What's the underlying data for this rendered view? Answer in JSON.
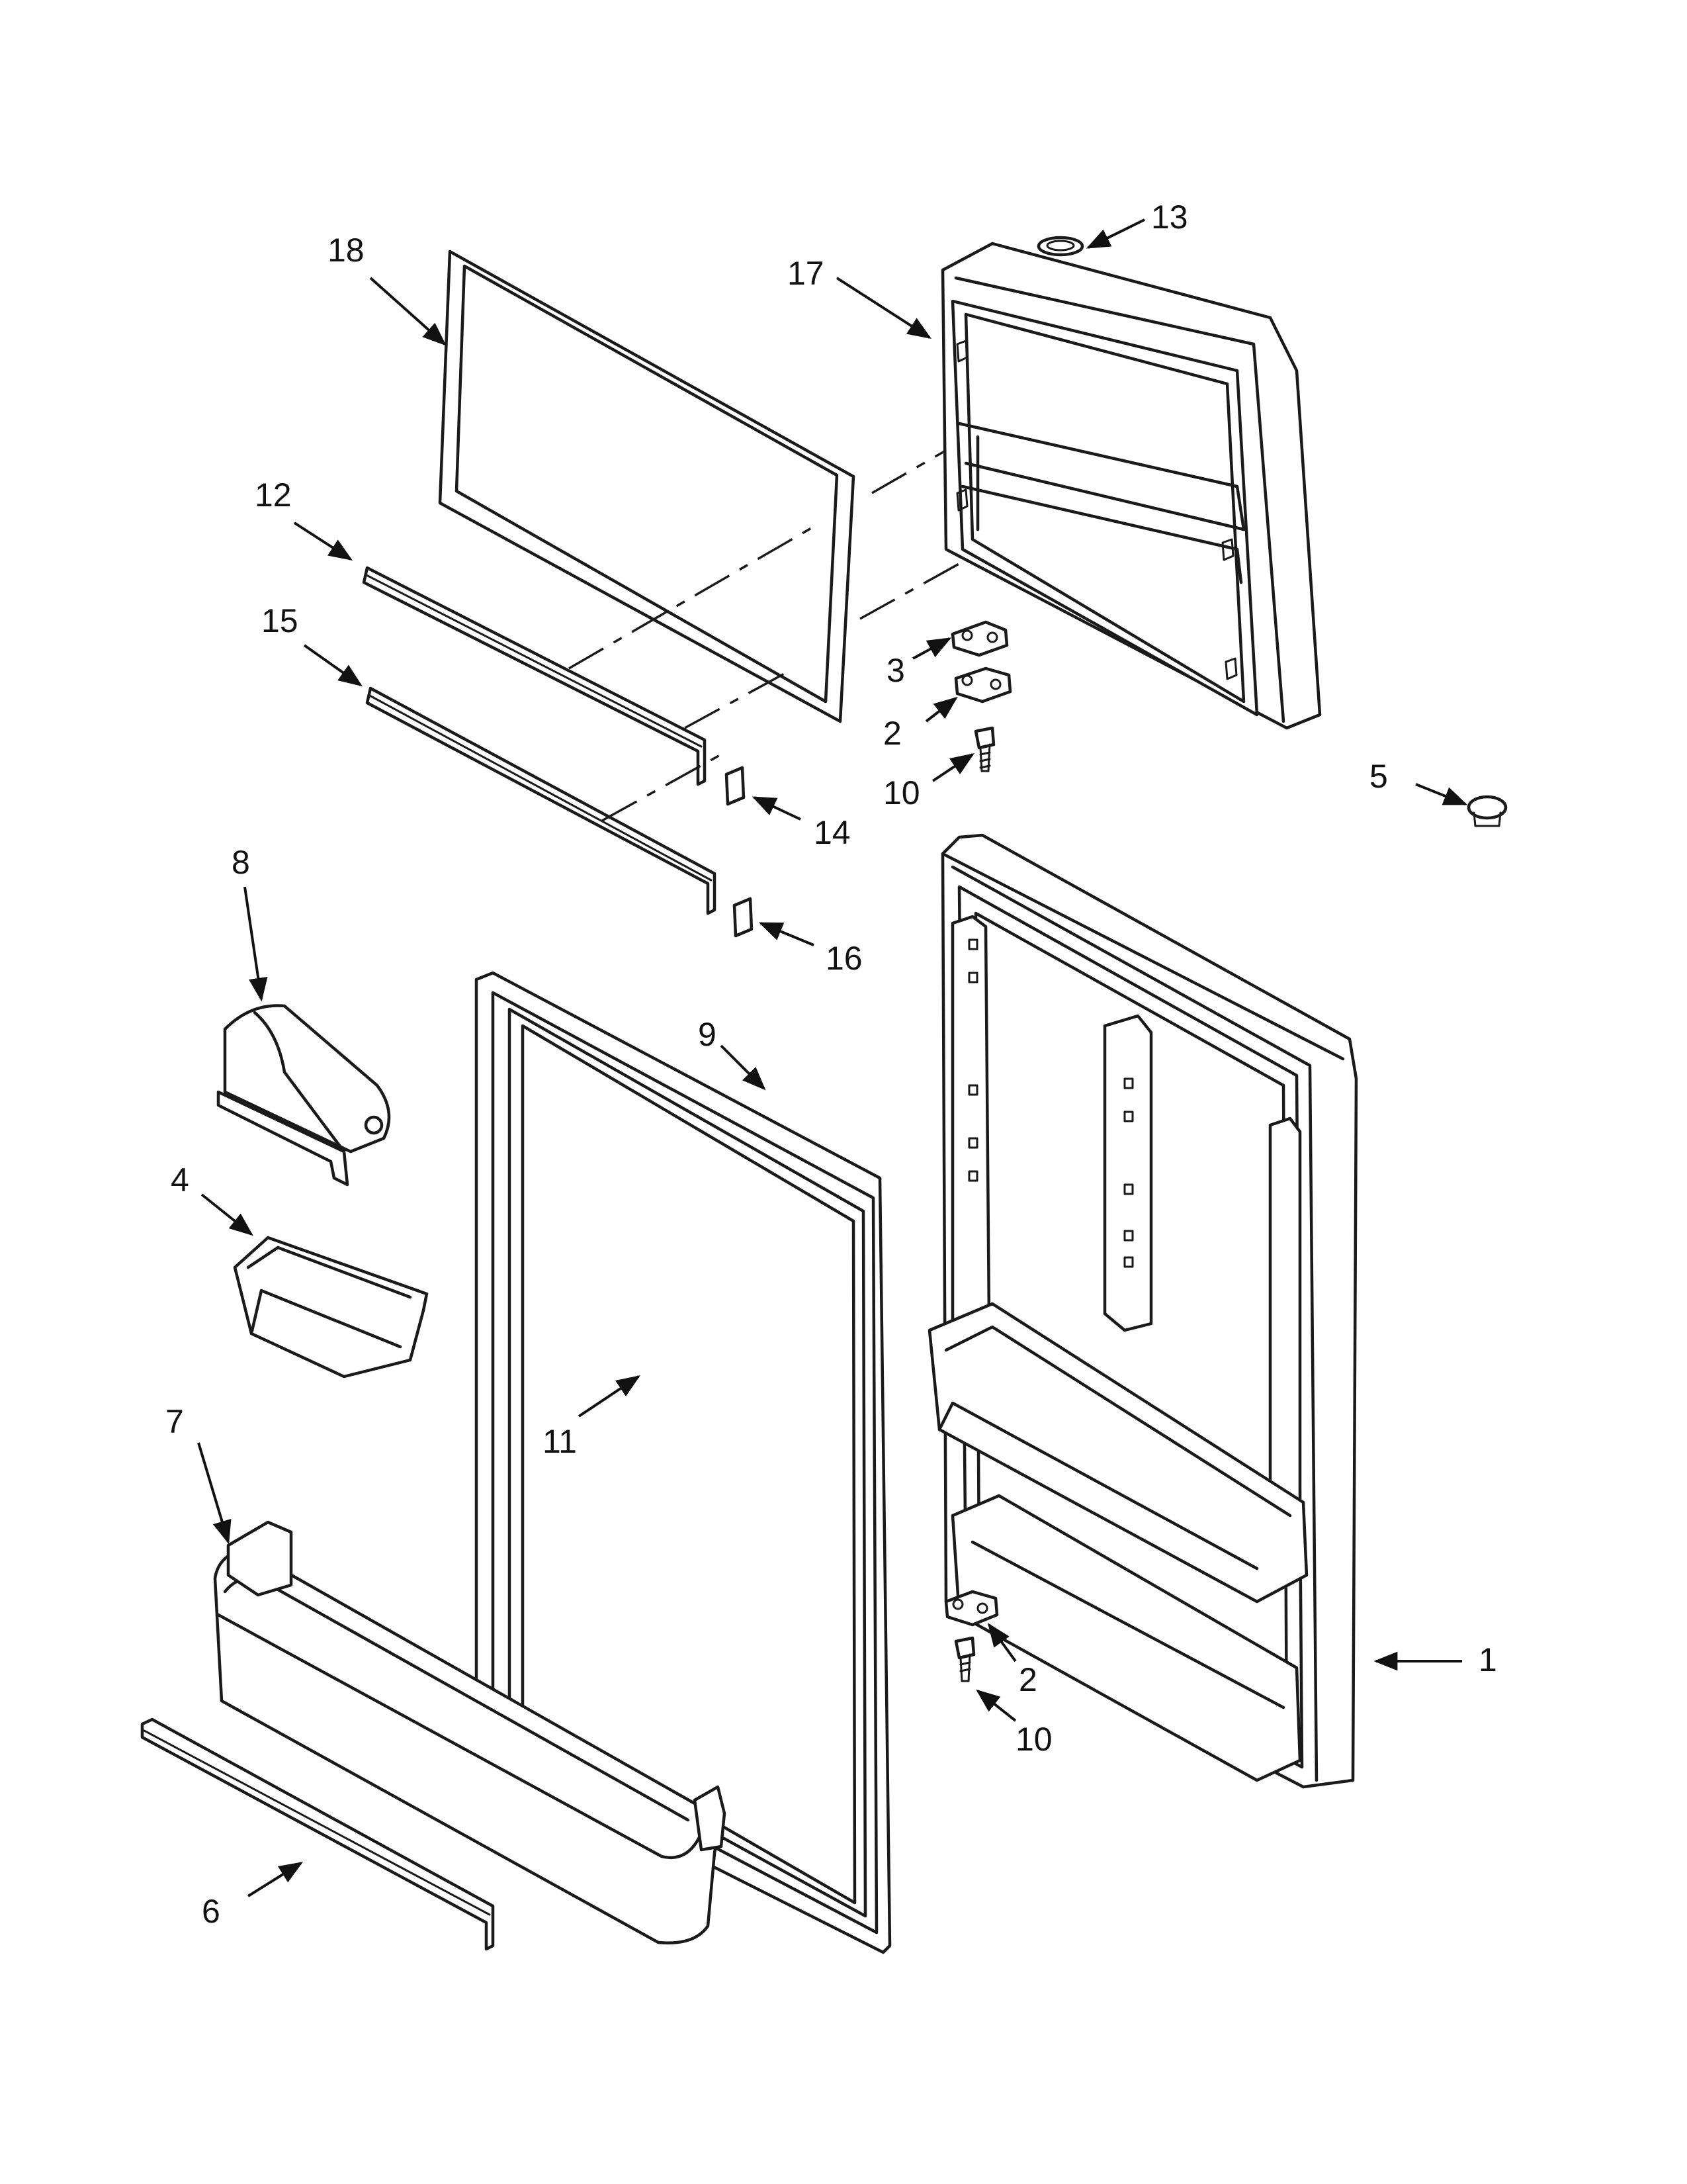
{
  "callouts": [
    {
      "id": "c1",
      "label": "1",
      "part": "door-assembly-lower"
    },
    {
      "id": "c2a",
      "label": "2",
      "part": "hinge-upper"
    },
    {
      "id": "c2b",
      "label": "2",
      "part": "hinge-lower"
    },
    {
      "id": "c3",
      "label": "3",
      "part": "hinge-shim"
    },
    {
      "id": "c4",
      "label": "4",
      "part": "small-door-bin"
    },
    {
      "id": "c5",
      "label": "5",
      "part": "plug-button"
    },
    {
      "id": "c6",
      "label": "6",
      "part": "bin-trim-strip"
    },
    {
      "id": "c7",
      "label": "7",
      "part": "door-bin-large"
    },
    {
      "id": "c8",
      "label": "8",
      "part": "dairy-cover"
    },
    {
      "id": "c9",
      "label": "9",
      "part": "door-gasket-lower"
    },
    {
      "id": "c10a",
      "label": "10",
      "part": "hinge-screw-upper"
    },
    {
      "id": "c10b",
      "label": "10",
      "part": "hinge-screw-lower"
    },
    {
      "id": "c11",
      "label": "11",
      "part": "dairy-bin"
    },
    {
      "id": "c12",
      "label": "12",
      "part": "shelf-trim-upper"
    },
    {
      "id": "c13",
      "label": "13",
      "part": "cap-plug"
    },
    {
      "id": "c14",
      "label": "14",
      "part": "end-cap-upper"
    },
    {
      "id": "c15",
      "label": "15",
      "part": "shelf-trim-lower"
    },
    {
      "id": "c16",
      "label": "16",
      "part": "end-cap-lower"
    },
    {
      "id": "c17",
      "label": "17",
      "part": "freezer-door-assembly"
    },
    {
      "id": "c18",
      "label": "18",
      "part": "door-gasket-upper"
    }
  ]
}
